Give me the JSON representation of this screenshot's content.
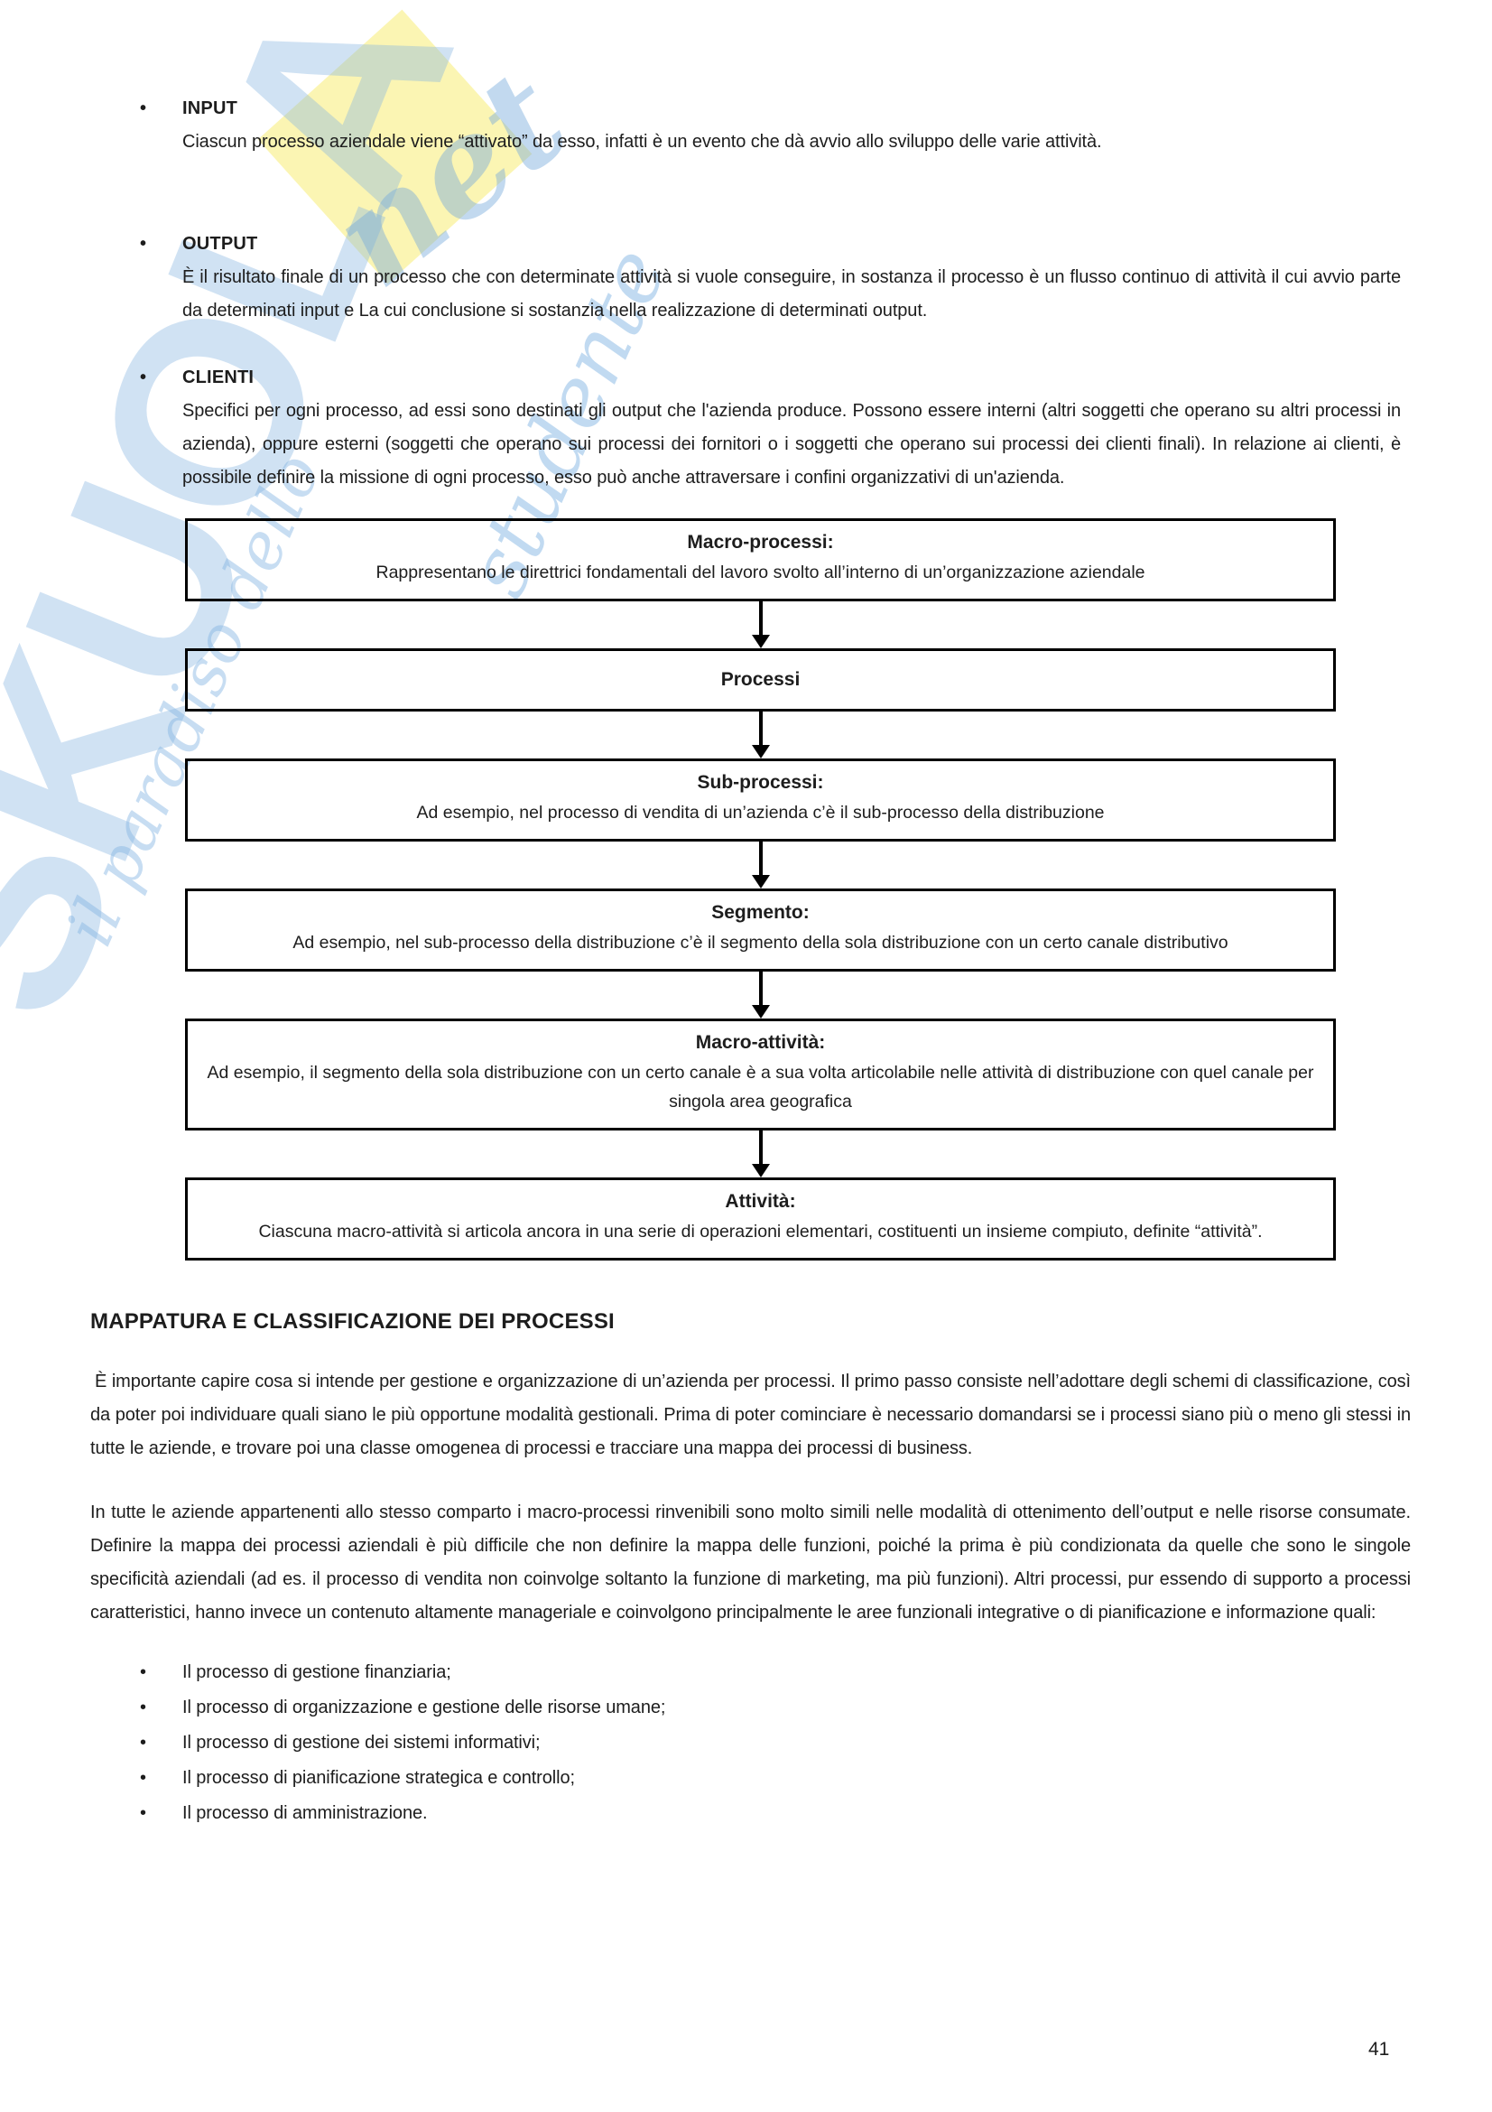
{
  "colors": {
    "text": "#1d1d1d",
    "box_border": "#000000",
    "watermark_blue": "#89b7e2",
    "watermark_yellow": "#faf3a6"
  },
  "watermark": {
    "brand": "SKUOLA",
    "domain": "net",
    "tagline_line1": "il paradiso dello",
    "tagline_line2": "studente"
  },
  "definitions": [
    {
      "label": "INPUT",
      "text": "Ciascun processo aziendale viene “attivato” da esso, infatti è un evento che dà avvio allo sviluppo delle varie attività."
    },
    {
      "label": "OUTPUT",
      "text": "È il risultato finale di un processo che con determinate attività si vuole conseguire, in sostanza il processo è un flusso continuo di attività il cui avvio parte da determinati input e La cui conclusione si sostanzia nella realizzazione di determinati output."
    },
    {
      "label": "CLIENTI",
      "text": "Specifici per ogni processo, ad essi sono destinati gli output che l'azienda produce. Possono essere interni (altri soggetti che operano su altri processi in azienda), oppure esterni (soggetti che operano sui processi dei fornitori o i soggetti che operano sui processi dei clienti finali). In relazione ai clienti, è possibile definire la missione di ogni processo, esso può anche attraversare i confini organizzativi di un'azienda."
    }
  ],
  "flowchart": {
    "boxes": [
      {
        "title": "Macro-processi:",
        "description": "Rappresentano le direttrici fondamentali del lavoro svolto all’interno di un’organizzazione aziendale"
      },
      {
        "title": "Processi",
        "description": ""
      },
      {
        "title": "Sub-processi:",
        "description": "Ad esempio, nel processo di vendita di un’azienda c’è il sub-processo della distribuzione"
      },
      {
        "title": "Segmento:",
        "description": "Ad esempio, nel sub-processo della distribuzione c’è il segmento della sola distribuzione con un certo canale distributivo"
      },
      {
        "title": "Macro-attività:",
        "description": "Ad esempio, il segmento della sola distribuzione con un certo canale è a sua volta articolabile nelle attività di distribuzione con quel canale per singola area geografica"
      },
      {
        "title": "Attività:",
        "description": "Ciascuna macro-attività si articola ancora in una serie di operazioni elementari, costituenti un insieme compiuto, definite “attività”."
      }
    ]
  },
  "section": {
    "heading": "MAPPATURA E CLASSIFICAZIONE DEI PROCESSI",
    "paragraphs": [
      "È importante capire cosa si intende per gestione e organizzazione di un’azienda per processi. Il primo passo consiste nell’adottare degli schemi di classificazione, così da poter poi individuare quali siano le più opportune modalità gestionali. Prima di poter cominciare è necessario domandarsi se i processi siano più o meno gli stessi in tutte le aziende, e trovare poi una classe omogenea di processi e tracciare una mappa dei processi di business.",
      "In tutte le aziende appartenenti allo stesso comparto i macro-processi rinvenibili sono molto simili nelle modalità di ottenimento dell’output e nelle risorse consumate. Definire la mappa dei processi aziendali è più difficile che non definire la mappa delle funzioni, poiché la prima è più condizionata da quelle che sono le singole specificità aziendali (ad es. il processo di vendita non coinvolge soltanto la funzione di marketing, ma più funzioni). Altri processi, pur essendo di supporto a processi caratteristici, hanno invece un contenuto altamente manageriale e coinvolgono principalmente le aree funzionali integrative o di pianificazione e informazione quali:"
    ],
    "process_list": [
      "Il processo di gestione finanziaria;",
      "Il processo di organizzazione e gestione delle risorse umane;",
      "Il processo di gestione dei sistemi informativi;",
      "Il processo di pianificazione strategica e controllo;",
      "Il processo di amministrazione."
    ]
  },
  "bullet_glyph": "•",
  "page": {
    "number": "41"
  }
}
